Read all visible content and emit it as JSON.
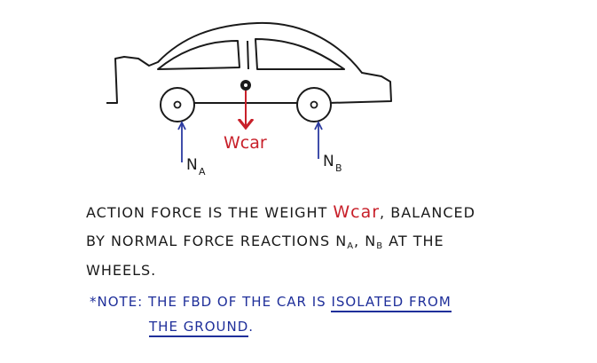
{
  "labels": {
    "weight": "Wcar",
    "normal_a": "N",
    "normal_a_sub": "A",
    "normal_b": "N",
    "normal_b_sub": "B"
  },
  "text": {
    "line1_pre": "ACTION FORCE IS THE WEIGHT ",
    "line1_w": "Wcar",
    "line1_post": ", BALANCED",
    "line2_pre": "BY NORMAL FORCE REACTIONS ",
    "line2_na": "N",
    "line2_na_sub": "A",
    "line2_sep": ", ",
    "line2_nb": "N",
    "line2_nb_sub": "B",
    "line2_post": " AT THE",
    "line3": "WHEELS.",
    "note_prefix": "*NOTE: ",
    "note_mid": "THE FBD OF THE CAR IS ",
    "note_ul1": "ISOLATED FROM",
    "note_ul2": "THE GROUND",
    "note_end": "."
  },
  "colors": {
    "ink": "#1a1a1a",
    "weight": "#c8202a",
    "note": "#1f2f9a"
  }
}
